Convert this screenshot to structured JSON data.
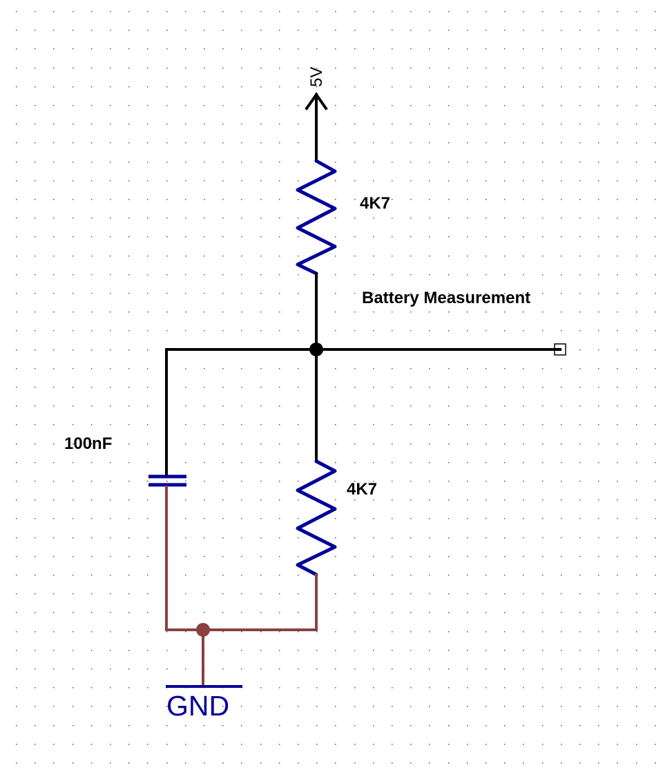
{
  "diagram": {
    "type": "electrical-schematic",
    "title": "Battery Measurement voltage divider",
    "colors": {
      "background": "#ffffff",
      "grid": "#555555",
      "wire": "#000000",
      "ground_net": "#8b4040",
      "component": "#000099",
      "text": "#000000"
    },
    "nodes": {
      "supply": {
        "label": "5V",
        "symbol": "arrow-up-supply"
      },
      "output": {
        "label": "Battery Measurement",
        "symbol": "test-point-square"
      },
      "ground": {
        "label": "GND",
        "symbol": "ground-bar"
      }
    },
    "components": [
      {
        "id": "R1",
        "type": "resistor",
        "value": "4K7",
        "between": [
          "5V",
          "Battery Measurement"
        ]
      },
      {
        "id": "R2",
        "type": "resistor",
        "value": "4K7",
        "between": [
          "Battery Measurement",
          "GND"
        ]
      },
      {
        "id": "C1",
        "type": "capacitor",
        "value": "100nF",
        "between": [
          "Battery Measurement",
          "GND"
        ]
      }
    ],
    "junctions": [
      "Battery Measurement node",
      "GND node"
    ]
  },
  "labels": {
    "supply": "5V",
    "r1_value": "4K7",
    "net_name": "Battery Measurement",
    "c1_value": "100nF",
    "r2_value": "4K7",
    "ground": "GND"
  }
}
